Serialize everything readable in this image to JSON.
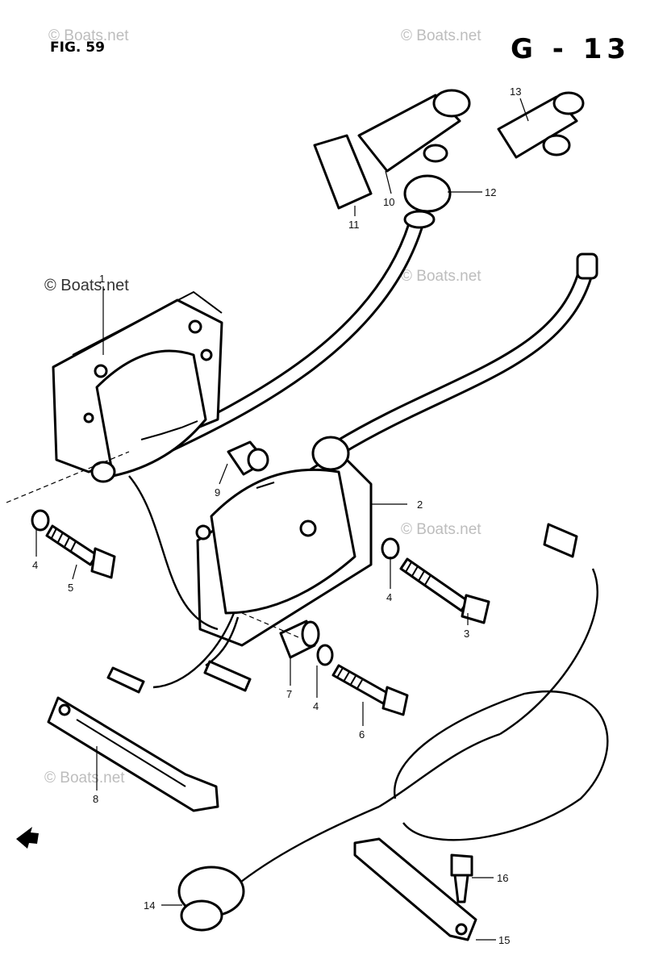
{
  "header": {
    "fig_label": "FIG. 59",
    "page_code": "G - 13"
  },
  "watermarks": [
    "© Boats.net",
    "© Boats.net",
    "© Boats.net",
    "© Boats.net",
    "© Boats.net",
    "© Boats.net"
  ],
  "callouts": {
    "p1": "1",
    "p2": "2",
    "p3": "3",
    "p4a": "4",
    "p4b": "4",
    "p4c": "4",
    "p5": "5",
    "p6": "6",
    "p7": "7",
    "p8": "8",
    "p9": "9",
    "p10": "10",
    "p11": "11",
    "p12": "12",
    "p13": "13",
    "p14": "14",
    "p15": "15",
    "p16": "16"
  },
  "colors": {
    "line": "#000000",
    "watermark": "#bdbdbd",
    "background": "#ffffff"
  }
}
